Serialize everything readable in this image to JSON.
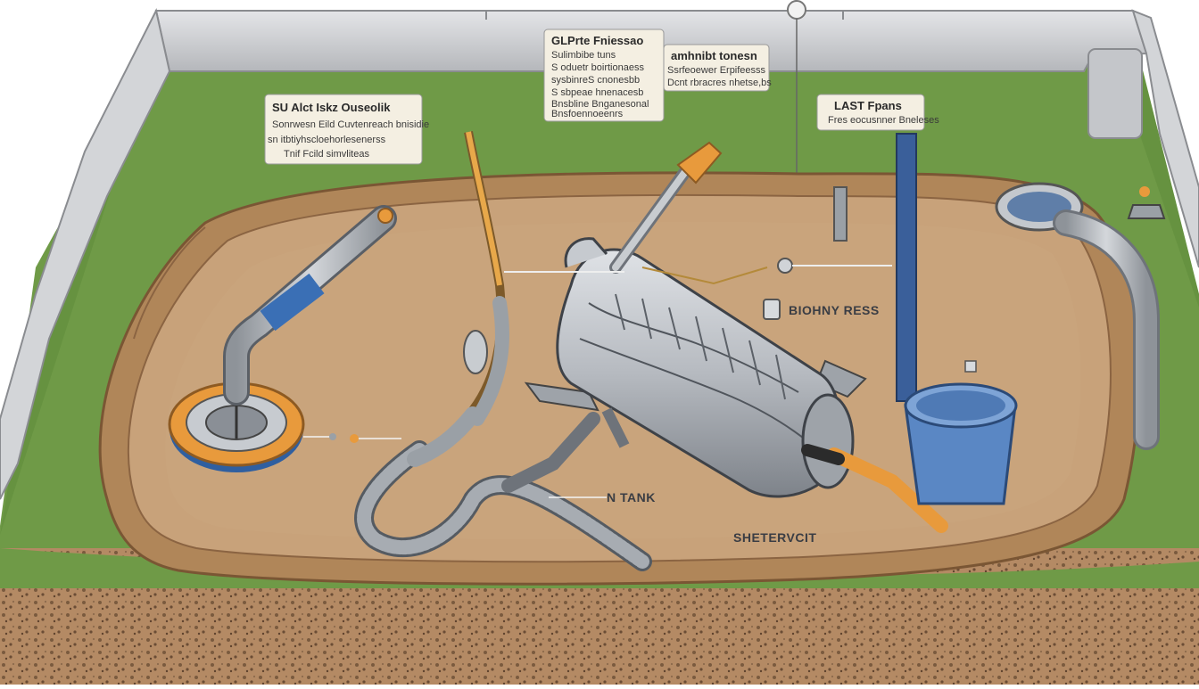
{
  "labels": {
    "box_top_left": {
      "title": "SU Alct Iskz Ouseolik",
      "lines": [
        "Sonrwesn Eild Cuvtenreach bnisidie",
        "sn itbtiyhscloehorlesenerss",
        "Tnif Fcild simvliteas"
      ]
    },
    "box_top_center": {
      "title": "GLPrte Fniessao",
      "lines": [
        "Sulimbibe tuns",
        "S oduetr boirtionaess",
        "sysbinreS cnonesbb",
        "S sbpeae hnenacesb",
        "Bnsbline Bnganesonal",
        "Bnsfoennoeenrs"
      ]
    },
    "box_top_right": {
      "title": "amhnibt tonesn",
      "lines": [
        "Ssrfeoewer Erpifeesss",
        "Dcnt rbracres nhetse,bs"
      ]
    },
    "box_far_right": {
      "title": "LAST Fpans",
      "lines": [
        "Fres eocusnner Bneleses"
      ]
    },
    "tag_right": "BIOHNY RESS",
    "tag_tank": "N TANK",
    "tag_bottom": "SHETERVCIT"
  },
  "colors": {
    "grass": "#6f9a47",
    "soil": "#c8a27a",
    "soil_dark": "#9b7452",
    "pipe_grey": "#a9adb3",
    "pipe_blue": "#3a6fb5",
    "accent_orange": "#e89a3c",
    "bucket_blue": "#5a87c4",
    "wall": "#c9cbcf"
  },
  "icons": [
    "septic-tank-icon",
    "drain-inlet-icon",
    "vent-pipe-icon",
    "bucket-icon",
    "pressure-gauge-icon"
  ]
}
